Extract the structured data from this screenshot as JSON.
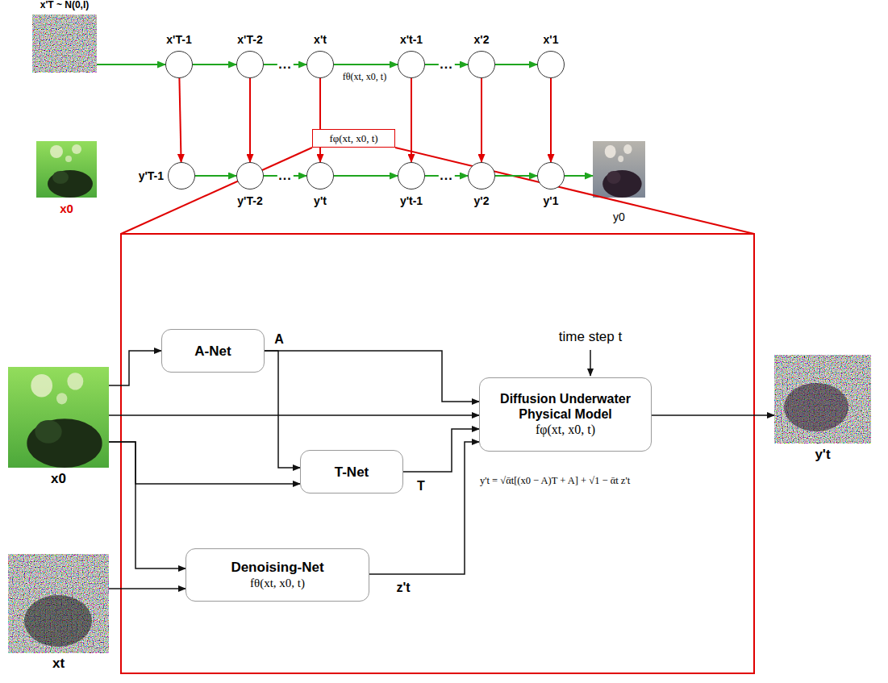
{
  "diagram": {
    "nodes": [
      {
        "text": [
          "x'T ~ N(0,I)"
        ]
      },
      {
        "text": [
          "x'T-1"
        ]
      },
      {
        "text": [
          "x'T-2"
        ]
      },
      {
        "text": [
          "x't"
        ]
      },
      {
        "text": [
          "x't-1"
        ]
      },
      {
        "text": [
          "x'2"
        ]
      },
      {
        "text": [
          "x'1"
        ]
      },
      {
        "text": [
          "x0"
        ]
      },
      {
        "text": [
          "y'T-1"
        ]
      },
      {
        "text": [
          "y'T-2"
        ]
      },
      {
        "text": [
          "y't"
        ]
      },
      {
        "text": [
          "y't-1"
        ]
      },
      {
        "text": [
          "y'2"
        ]
      },
      {
        "text": [
          "y'1"
        ]
      },
      {
        "text": [
          "y0"
        ]
      },
      {
        "text": [
          "fφ(xt, x0, t)"
        ]
      },
      {
        "text": [
          "x0"
        ]
      },
      {
        "text": [
          "A-Net"
        ]
      },
      {
        "text": [
          "T-Net"
        ]
      },
      {
        "text": [
          "Denoising-Net",
          "fθ(xt, x0, t)"
        ]
      },
      {
        "text": [
          "xt"
        ]
      },
      {
        "text": [
          "Diffusion Underwater Physical Model",
          "fφ(xt, x0, t)",
          "y't = √ᾱt[(x0 − A)T + A] + √1 − ᾱt z't"
        ]
      },
      {
        "text": [
          "y't"
        ]
      }
    ],
    "edges": [
      {
        "from": 0,
        "to": 1,
        "arrow": "to"
      },
      {
        "from": 1,
        "to": 2,
        "arrow": "to"
      },
      {
        "from": 2,
        "to": 3,
        "label": "...",
        "arrow": "to"
      },
      {
        "from": 3,
        "to": 4,
        "arrow": "to"
      },
      {
        "from": 4,
        "to": 5,
        "label": "...",
        "arrow": "to"
      },
      {
        "from": 5,
        "to": 6,
        "arrow": "to"
      },
      {
        "from": 1,
        "to": 8,
        "arrow": "to"
      },
      {
        "from": 2,
        "to": 9,
        "arrow": "to"
      },
      {
        "from": 3,
        "to": 15,
        "arrow": "none"
      },
      {
        "from": 15,
        "to": 10,
        "arrow": "to"
      },
      {
        "from": 4,
        "to": 11,
        "arrow": "to"
      },
      {
        "from": 5,
        "to": 12,
        "arrow": "to"
      },
      {
        "from": 6,
        "to": 13,
        "arrow": "to"
      },
      {
        "from": 8,
        "to": 9,
        "arrow": "to"
      },
      {
        "from": 9,
        "to": 10,
        "label": "...",
        "arrow": "to"
      },
      {
        "from": 10,
        "to": 11,
        "arrow": "to"
      },
      {
        "from": 11,
        "to": 12,
        "label": "...",
        "arrow": "to"
      },
      {
        "from": 12,
        "to": 13,
        "arrow": "to"
      },
      {
        "from": 13,
        "to": 14,
        "arrow": "to"
      },
      {
        "from": 16,
        "to": 17,
        "arrow": "to"
      },
      {
        "from": 16,
        "to": 21,
        "arrow": "to"
      },
      {
        "from": 16,
        "to": 18,
        "arrow": "to"
      },
      {
        "from": 16,
        "to": 19,
        "arrow": "to"
      },
      {
        "from": 20,
        "to": 19,
        "arrow": "to"
      },
      {
        "from": 17,
        "to": 21,
        "label": "A",
        "arrow": "to"
      },
      {
        "from": 17,
        "to": 18,
        "arrow": "to"
      },
      {
        "from": 18,
        "to": 21,
        "label": "T",
        "arrow": "to"
      },
      {
        "from": 19,
        "to": 21,
        "label": "z't",
        "arrow": "to"
      },
      {
        "from": 21,
        "to": 22,
        "arrow": "to"
      }
    ],
    "labels": [
      "fθ(xt, x0, t)",
      "time step t"
    ]
  }
}
